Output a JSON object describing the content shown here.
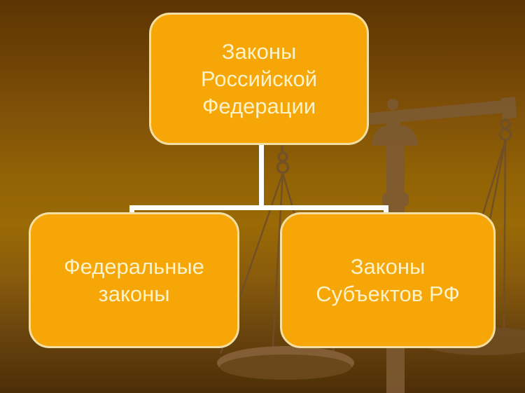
{
  "slide": {
    "background_colors": {
      "top": "#5d3404",
      "middle": "#9a6a06",
      "bottom": "#4c2e07"
    },
    "watermark": "scales-of-justice"
  },
  "diagram": {
    "type": "hierarchy",
    "connector_color": "#ffffff",
    "node_fill": "#f6a606",
    "node_border": "#f3dfa2",
    "node_text_color": "#faf2c8",
    "nodes": {
      "root": {
        "label": "Законы\nРоссийской\nФедерации"
      },
      "federal": {
        "label": "Федеральные\nзаконы"
      },
      "subjects": {
        "label": "Законы\nСубъектов РФ"
      }
    },
    "edges": [
      [
        "root",
        "federal"
      ],
      [
        "root",
        "subjects"
      ]
    ]
  }
}
